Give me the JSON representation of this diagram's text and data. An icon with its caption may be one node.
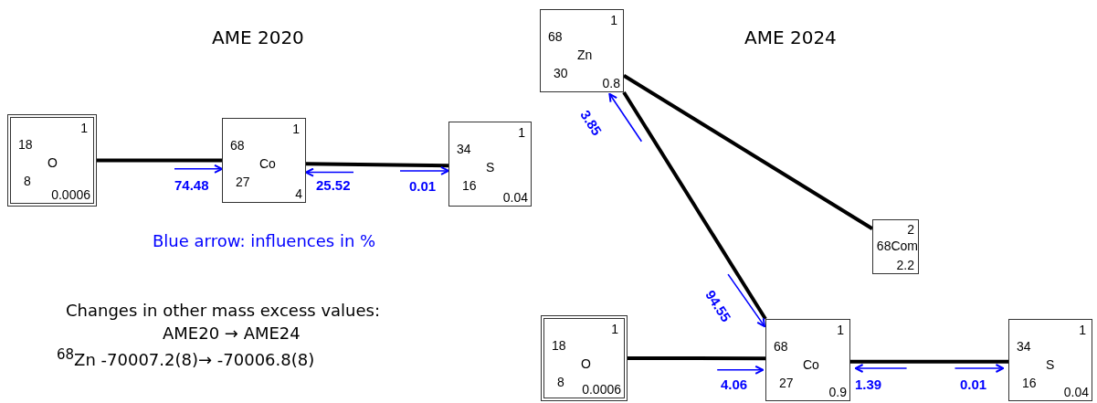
{
  "diagram": {
    "nodes": [
      {
        "text": [
          "1",
          "18",
          "O",
          "8",
          "0.0006"
        ]
      },
      {
        "text": [
          "1",
          "68",
          "Co",
          "27",
          "4"
        ]
      },
      {
        "text": [
          "1",
          "34",
          "S",
          "16",
          "0.04"
        ]
      },
      {
        "text": [
          "1",
          "68",
          "Zn",
          "30",
          "0.8"
        ]
      },
      {
        "text": [
          "2",
          "68Com",
          "2.2"
        ]
      },
      {
        "text": [
          "1",
          "18",
          "O",
          "8",
          "0.0006"
        ]
      },
      {
        "text": [
          "1",
          "68",
          "Co",
          "27",
          "0.9"
        ]
      },
      {
        "text": [
          "1",
          "34",
          "S",
          "16",
          "0.04"
        ]
      }
    ],
    "edges": [
      {
        "from": 0,
        "to": 1,
        "arrow": "none",
        "style": "thick",
        "color": "#000000"
      },
      {
        "from": 1,
        "to": 2,
        "arrow": "none",
        "style": "thick",
        "color": "#000000"
      },
      {
        "from": null,
        "to": 1,
        "arrow": "to",
        "label": "74.48"
      },
      {
        "from": null,
        "to": 1,
        "arrow": "to",
        "label": "25.52"
      },
      {
        "from": null,
        "to": 2,
        "arrow": "to",
        "label": "0.01"
      },
      {
        "from": 3,
        "to": 6,
        "arrow": "none",
        "style": "thick",
        "color": "#000000"
      },
      {
        "from": 3,
        "to": 4,
        "arrow": "none",
        "style": "thick",
        "color": "#000000"
      },
      {
        "from": 5,
        "to": 6,
        "arrow": "none",
        "style": "thick",
        "color": "#000000"
      },
      {
        "from": 6,
        "to": 7,
        "arrow": "none",
        "style": "thick",
        "color": "#000000"
      },
      {
        "from": null,
        "to": 3,
        "arrow": "to",
        "label": "3.85"
      },
      {
        "from": null,
        "to": 6,
        "arrow": "to",
        "label": "94.55"
      },
      {
        "from": null,
        "to": 6,
        "arrow": "to",
        "label": "4.06"
      },
      {
        "from": null,
        "to": 6,
        "arrow": "to",
        "label": "1.39"
      },
      {
        "from": null,
        "to": 7,
        "arrow": "to",
        "label": "0.01"
      }
    ],
    "labels": [
      "AME 2020",
      "AME 2024",
      "Blue arrow: influences in %",
      "Changes in other mass excess values:",
      "AME20 → AME24",
      "$^{68}$Zn  -70007.2(8)→ -70006.8(8)"
    ]
  }
}
